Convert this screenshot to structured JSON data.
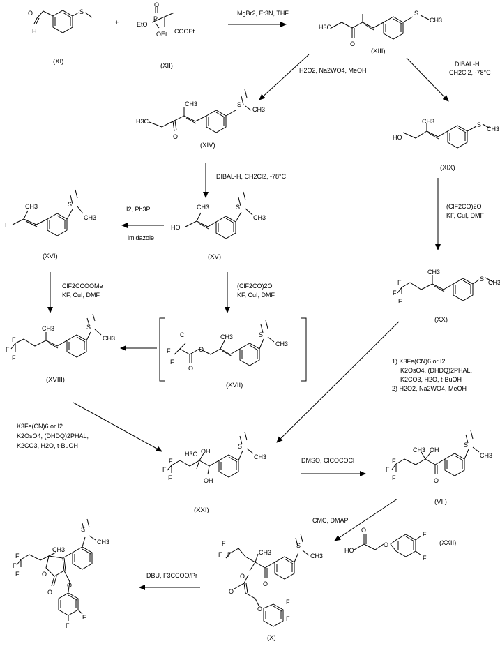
{
  "compounds": {
    "XI": {
      "label": "(XI)",
      "atoms": {
        "o": "O",
        "h": "H",
        "s": "S"
      }
    },
    "XII": {
      "label": "(XII)",
      "atoms": {
        "eto1": "EtO",
        "p": "P",
        "o": "O",
        "eto2": "OEt",
        "ester": "COOEt"
      }
    },
    "XIII": {
      "label": "(XIII)",
      "atoms": {
        "h3c": "H3C",
        "o": "O",
        "s": "S",
        "me": "CH3"
      }
    },
    "XIV": {
      "label": "(XIV)",
      "atoms": {
        "h3c": "H3C",
        "o": "O",
        "me": "CH3",
        "s": "S",
        "ch3": "CH3"
      }
    },
    "XV": {
      "label": "(XV)",
      "atoms": {
        "ho": "HO",
        "me": "CH3",
        "s": "S",
        "ch3": "CH3"
      }
    },
    "XVI": {
      "label": "(XVI)",
      "atoms": {
        "i": "I",
        "me": "CH3",
        "s": "S",
        "ch3": "CH3"
      }
    },
    "XVII": {
      "label": "(XVII)",
      "atoms": {
        "cl": "Cl",
        "f": "F",
        "o": "O",
        "me": "CH3",
        "s": "S",
        "ch3": "CH3"
      }
    },
    "XVIII": {
      "label": "(XVIII)",
      "atoms": {
        "f": "F",
        "me": "CH3",
        "s": "S",
        "ch3": "CH3"
      }
    },
    "XIX": {
      "label": "(XIX)",
      "atoms": {
        "ho": "HO",
        "me": "CH3",
        "s": "S",
        "ch3": "CH3"
      }
    },
    "XX": {
      "label": "(XX)",
      "atoms": {
        "f": "F",
        "me": "CH3",
        "s": "S",
        "ch3": "CH3"
      }
    },
    "XXI": {
      "label": "(XXI)",
      "atoms": {
        "f": "F",
        "h3c": "H3C",
        "oh": "OH",
        "s": "S",
        "ch3": "CH3"
      }
    },
    "VII": {
      "label": "(VII)",
      "atoms": {
        "f": "F",
        "ch3": "CH3",
        "oh": "OH",
        "o": "O",
        "s": "S"
      }
    },
    "XXII": {
      "label": "(XXII)",
      "atoms": {
        "ho": "HO",
        "o": "O",
        "f": "F"
      }
    },
    "X": {
      "label": "(X)",
      "atoms": {
        "f": "F",
        "ch3": "CH3",
        "o": "O",
        "s": "S"
      }
    },
    "final": {
      "atoms": {
        "f": "F",
        "ch3": "CH3",
        "o": "O",
        "s": "S"
      }
    }
  },
  "conditions": {
    "c1": [
      "MgBr2, Et3N, THF"
    ],
    "c2": [
      "H2O2, Na2WO4, MeOH"
    ],
    "c3": [
      "DIBAL-H",
      "CH2Cl2, -78°C"
    ],
    "c4": [
      "DIBAL-H, CH2Cl2, -78°C"
    ],
    "c5": [
      "I2, Ph3P",
      "imidazole"
    ],
    "c6": [
      "(ClF2CO)2O",
      "KF, CuI, DMF"
    ],
    "c7": [
      "ClF2CCOOMe",
      "KF, CuI, DMF"
    ],
    "c8": [
      "(ClF2CO)2O",
      "KF, CuI, DMF"
    ],
    "c9": [
      "1)  K3Fe(CN)6 or I2",
      "K2OsO4, (DHDQ)2PHAL,",
      "K2CO3, H2O, t-BuOH",
      "2)  H2O2, Na2WO4, MeOH"
    ],
    "c10": [
      "K3Fe(CN)6 or I2",
      "K2OsO4, (DHDQ)2PHAL,",
      "K2CO3, H2O, t-BuOH"
    ],
    "c11": [
      "DMSO, ClCOCOCl"
    ],
    "c12": [
      "CMC, DMAP"
    ],
    "c13": [
      "DBU, F3CCOO/Pr"
    ]
  },
  "plus_sign": "+"
}
